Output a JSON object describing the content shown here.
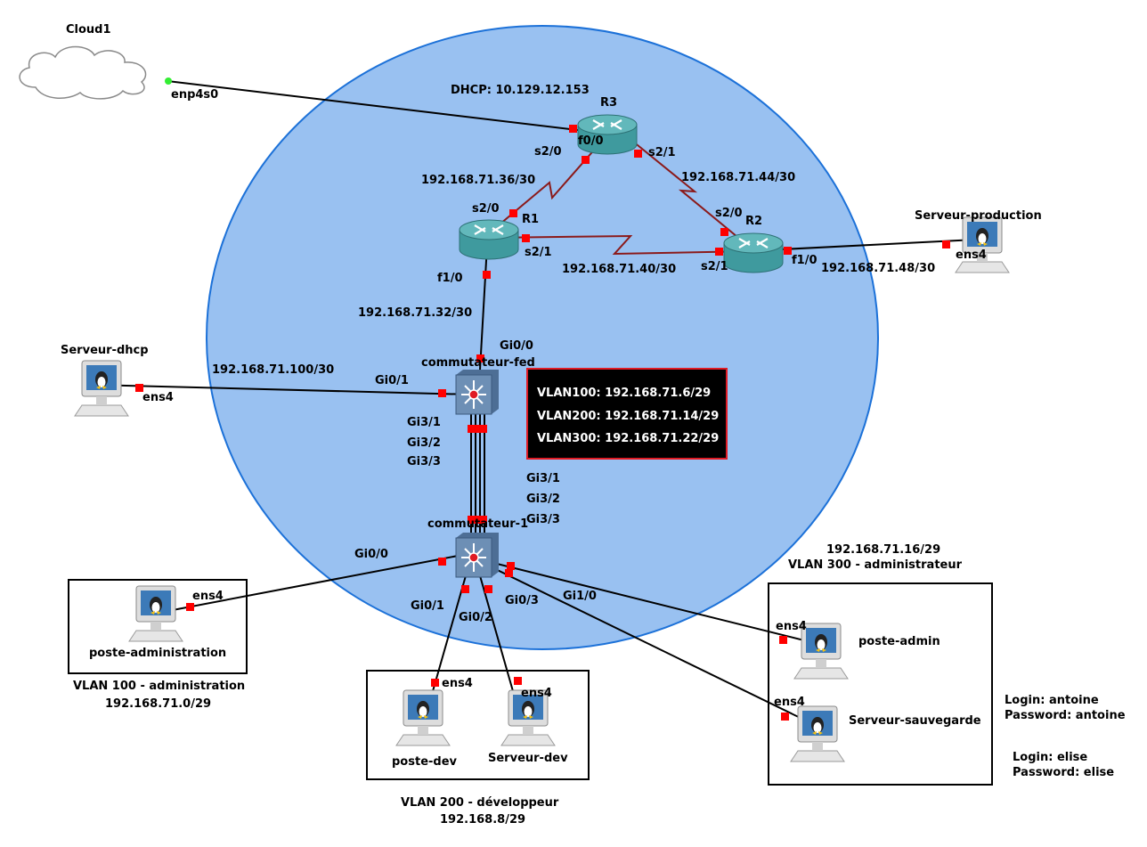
{
  "colors": {
    "zone_fill": "#99c1f1",
    "zone_stroke": "#1c71d8",
    "router_body": "#3f9a9e",
    "router_top": "#62b8bb",
    "switch_body": "#6d8fb5",
    "port_active": "#ff0000",
    "port_link_up": "#33ee33",
    "serial_link": "#8b1a1a",
    "ethernet_link": "#000000",
    "info_box_bg": "#000000",
    "info_box_border": "#e01b24"
  },
  "nodes": {
    "cloud": "Cloud1",
    "r3": "R3",
    "r1": "R1",
    "r2": "R2",
    "sw_fed": "commutateur-fed",
    "sw_1": "commutateur-1",
    "srv_dhcp": "Serveur-dhcp",
    "srv_prod": "Serveur-production",
    "poste_adm": "poste-administration",
    "poste_dev": "poste-dev",
    "srv_dev": "Serveur-dev",
    "poste_admin": "poste-admin",
    "srv_sauv": "Serveur-sauvegarde"
  },
  "ports": {
    "cloud_enp": "enp4s0",
    "r3_f00": "f0/0",
    "r3_s20": "s2/0",
    "r3_s21": "s2/1",
    "r1_s20": "s2/0",
    "r1_s21": "s2/1",
    "r1_f10": "f1/0",
    "r2_s20": "s2/0",
    "r2_s21": "s2/1",
    "r2_f10": "f1/0",
    "prod_ens4": "ens4",
    "fed_gi00": "Gi0/0",
    "fed_gi01": "Gi0/1",
    "fed_gi31": "Gi3/1",
    "fed_gi32": "Gi3/2",
    "fed_gi33": "Gi3/3",
    "sw1_gi31": "Gi3/1",
    "sw1_gi32": "Gi3/2",
    "sw1_gi33": "Gi3/3",
    "dhcp_ens4": "ens4",
    "sw1_gi00": "Gi0/0",
    "sw1_gi01": "Gi0/1",
    "sw1_gi02": "Gi0/2",
    "sw1_gi03": "Gi0/3",
    "sw1_gi10": "Gi1/0",
    "adm_ens4": "ens4",
    "dev_ens4": "ens4",
    "srvdev_ens4": "ens4",
    "admin_ens4": "ens4",
    "sauv_ens4": "ens4"
  },
  "subnets": {
    "dhcp": "DHCP: 10.129.12.153",
    "r1_r3": "192.168.71.36/30",
    "r3_r2": "192.168.71.44/30",
    "r1_r2": "192.168.71.40/30",
    "r2_prod": "192.168.71.48/30",
    "r1_fed": "192.168.71.32/30",
    "fed_dhcp": "192.168.71.100/30"
  },
  "info_box": {
    "line1": "VLAN100: 192.168.71.6/29",
    "line2": "VLAN200: 192.168.71.14/29",
    "line3": "VLAN300: 192.168.71.22/29"
  },
  "vlans": {
    "v100_name": "VLAN 100 - administration",
    "v100_net": "192.168.71.0/29",
    "v200_name": "VLAN 200 - développeur",
    "v200_net": "192.168.8/29",
    "v300_net": "192.168.71.16/29",
    "v300_name": "VLAN 300 - administrateur"
  },
  "credentials": {
    "login1": "Login: antoine",
    "password1": "Password: antoine",
    "login2": "Login: elise",
    "password2": "Password: elise"
  }
}
